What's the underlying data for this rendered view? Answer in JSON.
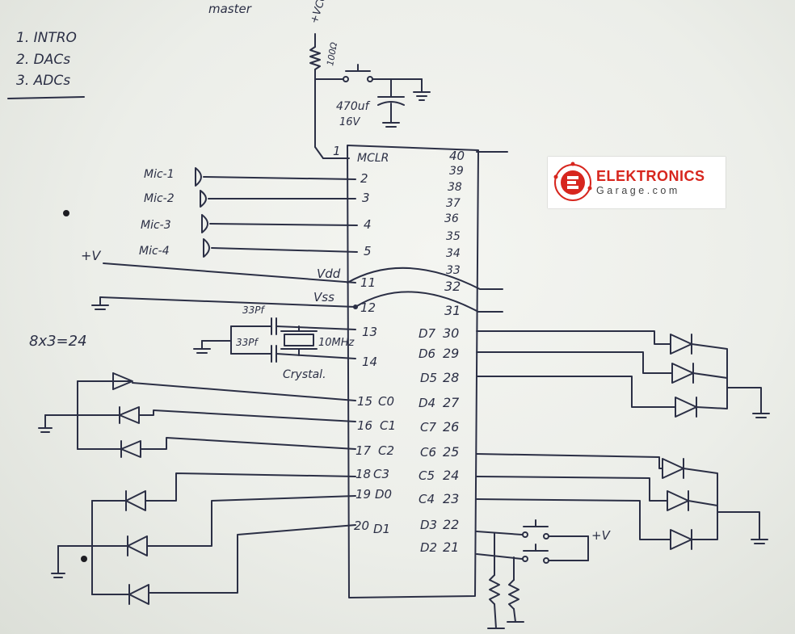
{
  "title_fragment": "master",
  "agenda": [
    "1. INTRO",
    "2. DACs",
    "3. ADCs"
  ],
  "power": {
    "vcc": "+VCC",
    "resistor": "100Ω",
    "capacitor_value": "470uf",
    "capacitor_voltage": "16V",
    "vplus_left": "+V",
    "vplus_right": "+V"
  },
  "calc": "8x3=24",
  "mics": [
    "Mic-1",
    "Mic-2",
    "Mic-3",
    "Mic-4"
  ],
  "oscillator": {
    "cap1": "33Pf",
    "cap2": "33Pf",
    "crystal_freq": "10MHz",
    "crystal_label": "Crystal."
  },
  "left_pins": [
    {
      "num": "1",
      "name": "MCLR"
    },
    {
      "num": "2",
      "name": ""
    },
    {
      "num": "3",
      "name": ""
    },
    {
      "num": "4",
      "name": ""
    },
    {
      "num": "5",
      "name": ""
    },
    {
      "num": "11",
      "name": "Vdd"
    },
    {
      "num": "12",
      "name": "Vss"
    },
    {
      "num": "13",
      "name": ""
    },
    {
      "num": "14",
      "name": ""
    },
    {
      "num": "15",
      "name": "C0"
    },
    {
      "num": "16",
      "name": "C1"
    },
    {
      "num": "17",
      "name": "C2"
    },
    {
      "num": "18",
      "name": "C3"
    },
    {
      "num": "19",
      "name": "D0"
    },
    {
      "num": "20",
      "name": "D1"
    }
  ],
  "right_pins": [
    {
      "num": "40",
      "name": ""
    },
    {
      "num": "39",
      "name": ""
    },
    {
      "num": "38",
      "name": ""
    },
    {
      "num": "37",
      "name": ""
    },
    {
      "num": "36",
      "name": ""
    },
    {
      "num": "35",
      "name": ""
    },
    {
      "num": "34",
      "name": ""
    },
    {
      "num": "33",
      "name": ""
    },
    {
      "num": "32",
      "name": ""
    },
    {
      "num": "31",
      "name": ""
    },
    {
      "num": "30",
      "name": "D7"
    },
    {
      "num": "29",
      "name": "D6"
    },
    {
      "num": "28",
      "name": "D5"
    },
    {
      "num": "27",
      "name": "D4"
    },
    {
      "num": "26",
      "name": "C7"
    },
    {
      "num": "25",
      "name": "C6"
    },
    {
      "num": "24",
      "name": "C5"
    },
    {
      "num": "23",
      "name": "C4"
    },
    {
      "num": "22",
      "name": "D3"
    },
    {
      "num": "21",
      "name": "D2"
    }
  ],
  "logo": {
    "line1": "ELEKTRONICS",
    "line2": "Garage.com",
    "icon": "circuit-e-logo-icon",
    "color": "#d7261e"
  }
}
